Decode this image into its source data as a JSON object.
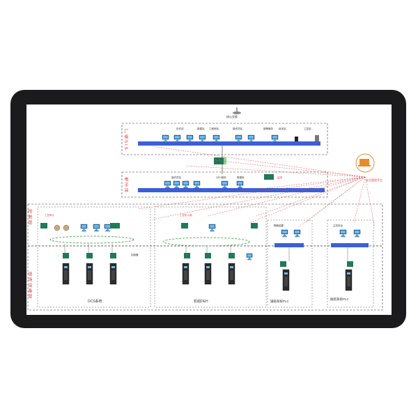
{
  "diagram": {
    "top_network_label": "核心交换",
    "sis_zone_label": "厂级SIS",
    "electronics_room_label": "电子间",
    "control_layer_label": "控制层",
    "field_layer_label": "现场设备层",
    "security_platform_label": "安全管理平台",
    "level1_devices": [
      "历史站",
      "数据站",
      "工程师站",
      "操作员站",
      "报警服务",
      "培训站",
      "工控站"
    ],
    "level2_devices": [
      "操作员站",
      "OPC服务",
      "数据库"
    ],
    "dcs_system_label": "DCS系统",
    "deh_system_label": "机组DEH",
    "aux_plc_label": "辅助系统PLC",
    "other_plc_label": "脱硫系统PLC",
    "small_tags": [
      "监测",
      "工控审计",
      "工控防火墙",
      "隔离装置",
      "主机安全",
      "控制器"
    ],
    "colors": {
      "bezel": "#1b1b1d",
      "switch_blue": "#3b5fd9",
      "security_green": "#1f7a57",
      "dashed_red": "#e24a4a",
      "zone_label_red": "#e03030",
      "ring_green": "#52b05a"
    }
  }
}
